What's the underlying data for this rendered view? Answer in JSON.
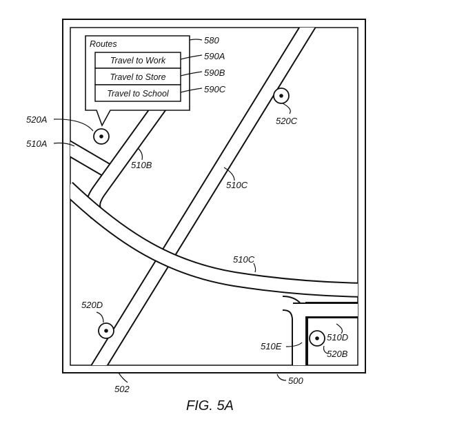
{
  "menu": {
    "title": "Routes",
    "items": [
      "Travel to Work",
      "Travel to Store",
      "Travel to School"
    ]
  },
  "labels": {
    "menu_ref": "580",
    "item_refs": [
      "590A",
      "590B",
      "590C"
    ],
    "poi_520A": "520A",
    "poi_520B": "520B",
    "poi_520C": "520C",
    "poi_520D": "520D",
    "road_510A": "510A",
    "road_510B": "510B",
    "road_510C_upper": "510C",
    "road_510C_lower": "510C",
    "road_510D": "510D",
    "road_510E": "510E",
    "screen_ref": "502",
    "device_ref": "500"
  },
  "caption": "FIG. 5A"
}
